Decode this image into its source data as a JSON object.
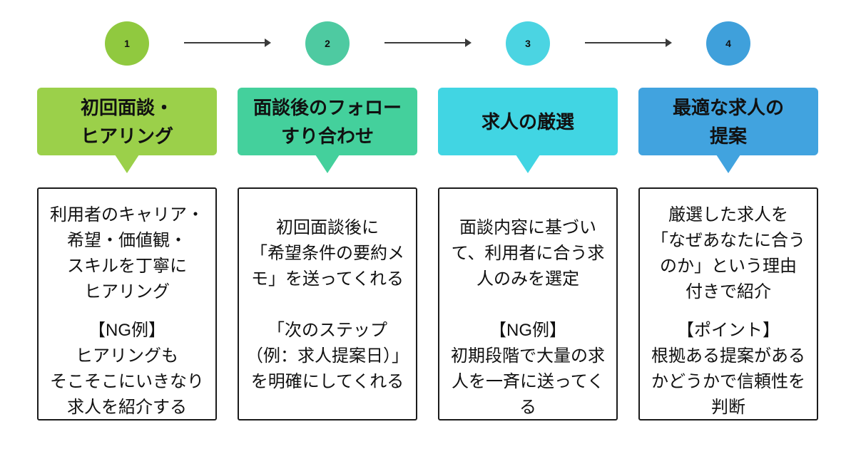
{
  "diagram": {
    "background": "#ffffff",
    "arrow_color": "#3a3a3a",
    "box_border_color": "#1b1b1b",
    "text_color": "#111111"
  },
  "steps": [
    {
      "number": "1",
      "circle_color": "#90c93f",
      "header_color": "#9bd04a",
      "title_lines": [
        "初回面談・",
        "ヒアリング"
      ],
      "para1_lines": [
        "利用者のキャリア・",
        "希望・価値観・",
        "スキルを丁寧に",
        "ヒアリング"
      ],
      "para2_lines": [
        "【NG例】",
        "ヒアリングも",
        "そこそこにいきなり",
        "求人を紹介する"
      ]
    },
    {
      "number": "2",
      "circle_color": "#4ecaa1",
      "header_color": "#44d09c",
      "title_lines": [
        "面談後のフォロー",
        "すり合わせ"
      ],
      "para1_lines": [
        "初回面談後に",
        "「希望条件の要約メ",
        "モ」を送ってくれる"
      ],
      "para2_lines": [
        "「次のステップ",
        "（例：求人提案日）」",
        "を明確にしてくれる"
      ]
    },
    {
      "number": "3",
      "circle_color": "#4bd4e2",
      "header_color": "#41d5e3",
      "title_lines": [
        "求人の厳選"
      ],
      "para1_lines": [
        "面談内容に基づい",
        "て、利用者に合う求",
        "人のみを選定"
      ],
      "para2_lines": [
        "【NG例】",
        "初期段階で大量の求",
        "人を一斉に送ってく",
        "る"
      ]
    },
    {
      "number": "4",
      "circle_color": "#3fa0db",
      "header_color": "#41a3df",
      "title_lines": [
        "最適な求人の",
        "提案"
      ],
      "para1_lines": [
        "厳選した求人を",
        "「なぜあなたに合う",
        "のか」という理由",
        "付きで紹介"
      ],
      "para2_lines": [
        "【ポイント】",
        "根拠ある提案がある",
        "かどうかで信頼性を",
        "判断"
      ]
    }
  ]
}
